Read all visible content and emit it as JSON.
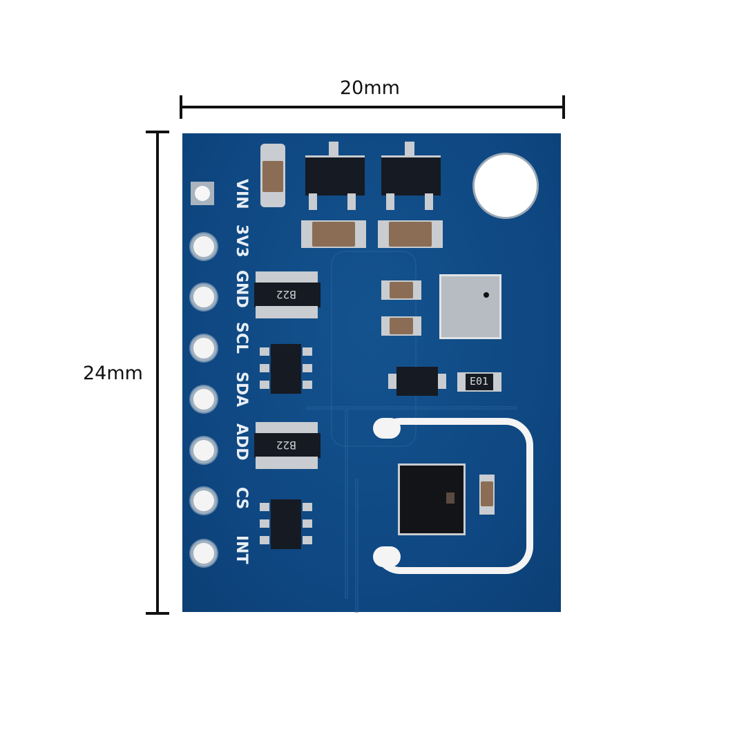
{
  "image": {
    "description": "Product photo of a blue sensor breakout PCB module with dimension annotations",
    "background_color": "#ffffff",
    "board_color": "#0f4a86"
  },
  "dimensions": {
    "width_label": "20mm",
    "height_label": "24mm"
  },
  "pins": [
    {
      "label": "VIN",
      "pad": "square"
    },
    {
      "label": "3V3",
      "pad": "round"
    },
    {
      "label": "GND",
      "pad": "round"
    },
    {
      "label": "SCL",
      "pad": "round"
    },
    {
      "label": "SDA",
      "pad": "round"
    },
    {
      "label": "ADD",
      "pad": "round"
    },
    {
      "label": "CS",
      "pad": "round"
    },
    {
      "label": "INT",
      "pad": "round"
    }
  ],
  "components": {
    "resistor_network_1_marking": "B22",
    "resistor_network_2_marking": "B22",
    "resistor_marking": "E01"
  }
}
